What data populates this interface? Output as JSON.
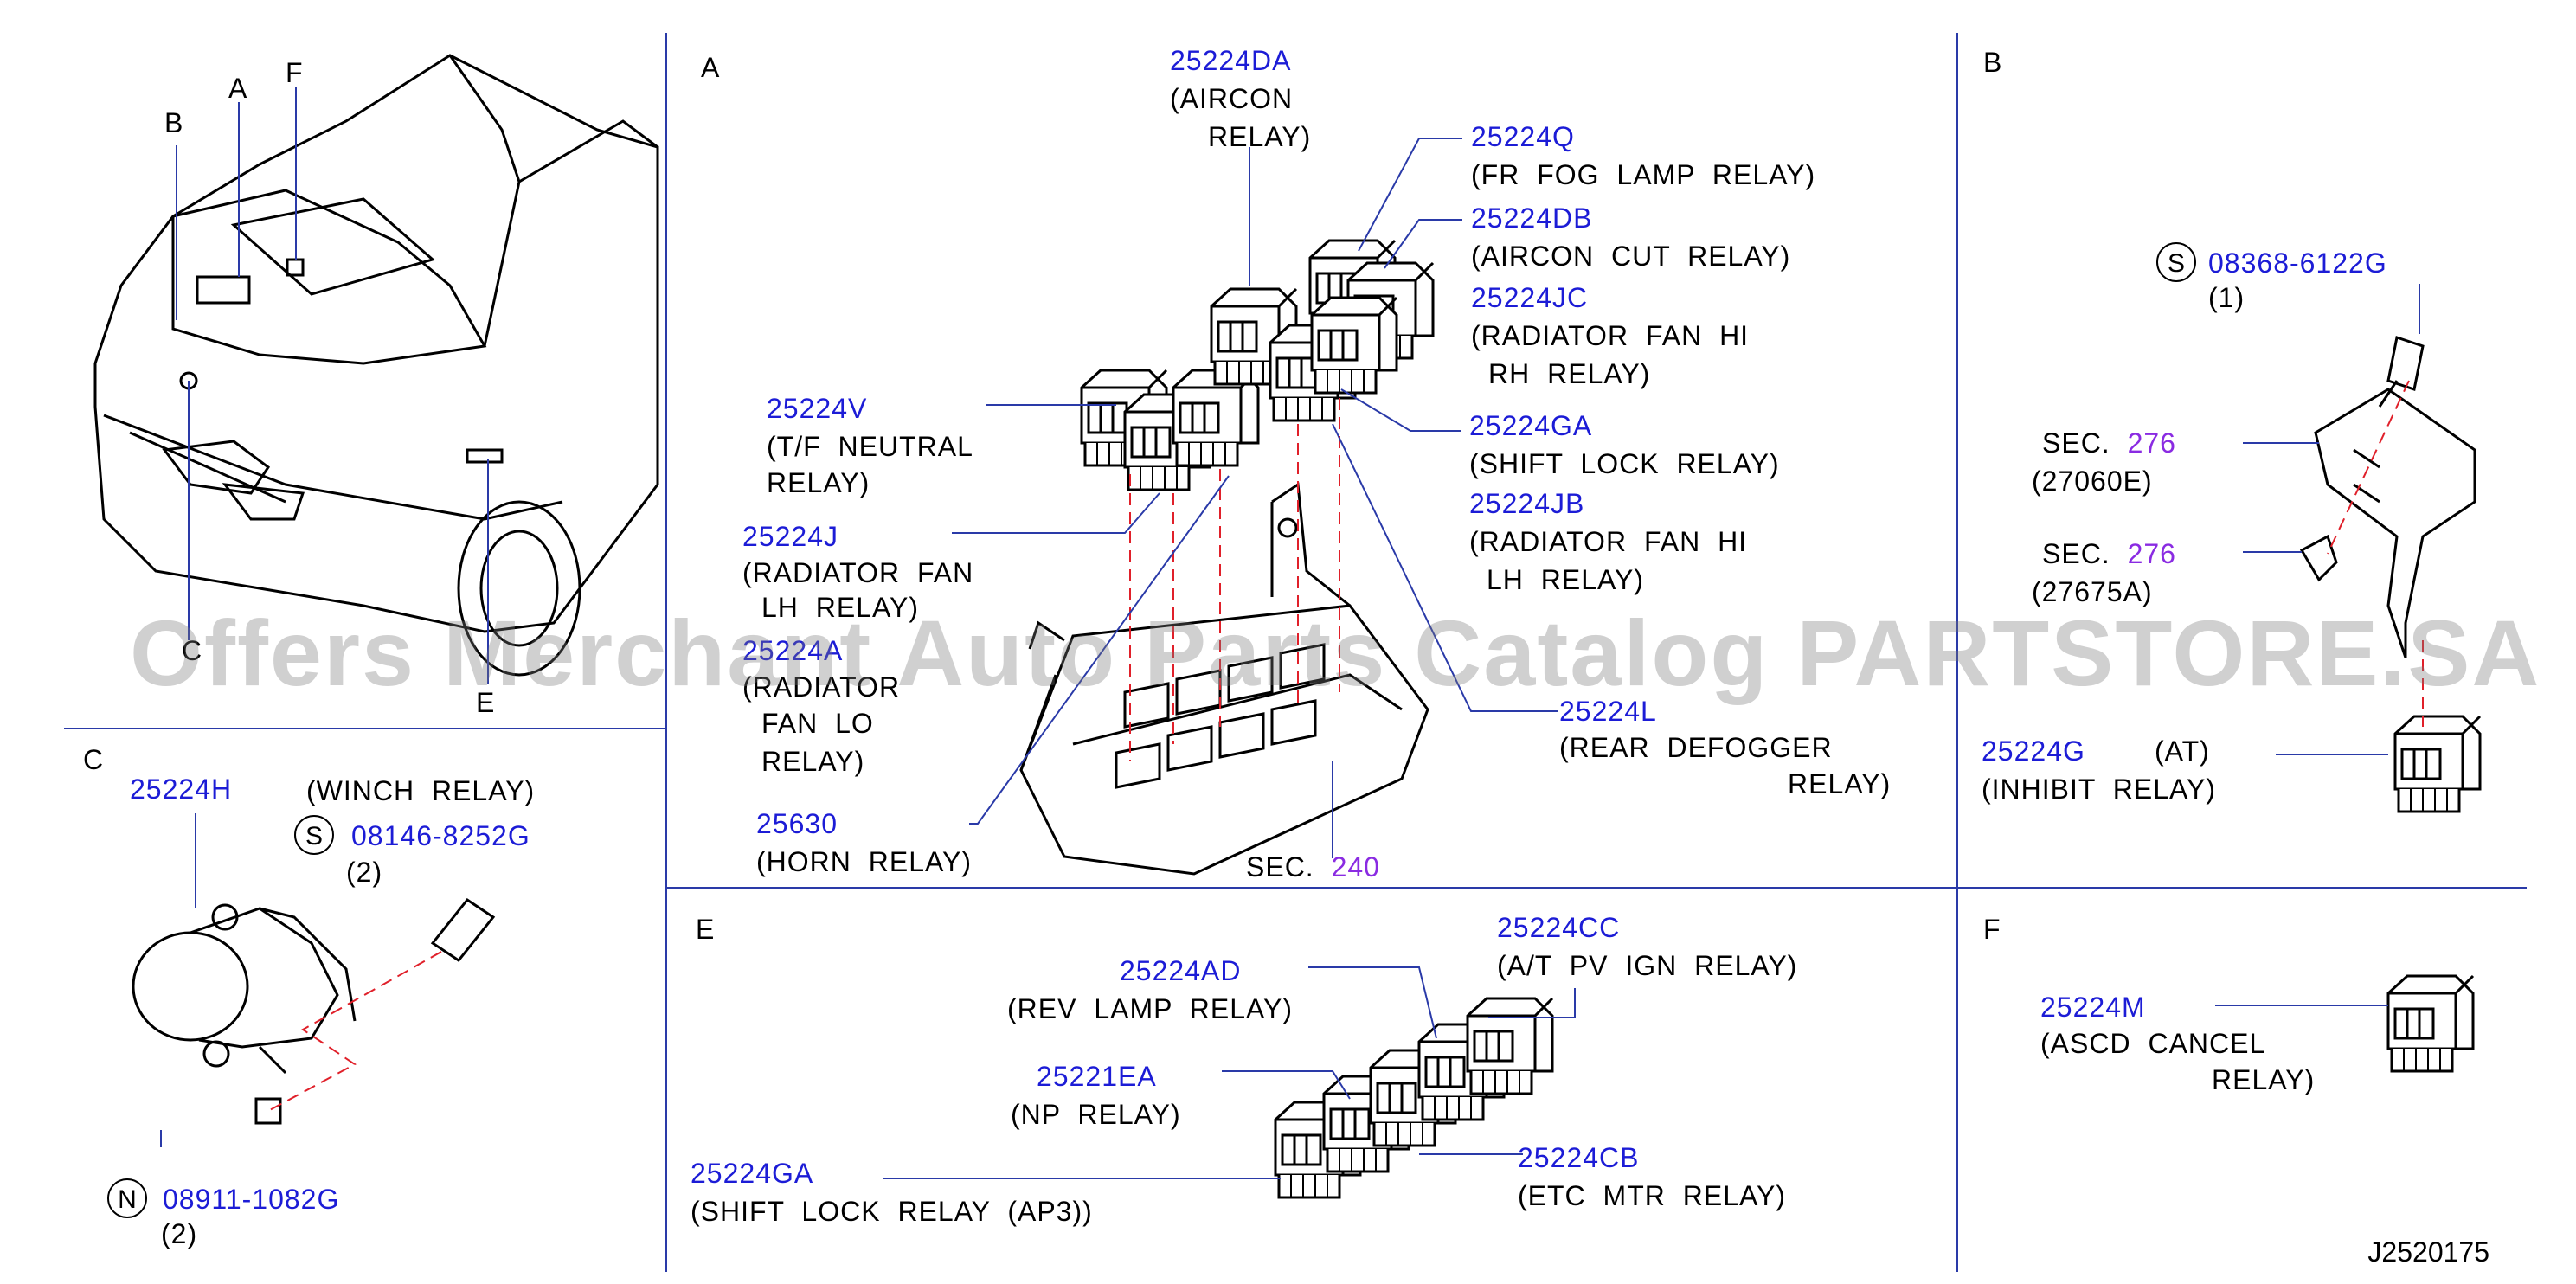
{
  "sections": {
    "A": "A",
    "B": "B",
    "C": "C",
    "E": "E",
    "F": "F"
  },
  "vehicle_callouts": {
    "A": "A",
    "B": "B",
    "C": "C",
    "E": "E",
    "F": "F"
  },
  "A": {
    "aircon_relay": {
      "pn": "25224DA",
      "name1": "(AIRCON",
      "name2": "RELAY)"
    },
    "fr_fog": {
      "pn": "25224Q",
      "name": "(FR  FOG  LAMP  RELAY)"
    },
    "aircon_cut": {
      "pn": "25224DB",
      "name": "(AIRCON  CUT  RELAY)"
    },
    "rad_fan_hi_rh": {
      "pn": "25224JC",
      "name1": "(RADIATOR  FAN  HI",
      "name2": "RH  RELAY)"
    },
    "shift_lock": {
      "pn": "25224GA",
      "name": "(SHIFT  LOCK  RELAY)"
    },
    "rad_fan_hi_lh": {
      "pn": "25224JB",
      "name1": "(RADIATOR  FAN  HI",
      "name2": "LH  RELAY)"
    },
    "tf_neutral": {
      "pn": "25224V",
      "name1": "(T/F  NEUTRAL",
      "name2": "RELAY)"
    },
    "rad_fan_lh": {
      "pn": "25224J",
      "name1": "(RADIATOR  FAN",
      "name2": "LH  RELAY)"
    },
    "rad_fan_lo": {
      "pn": "25224A",
      "name1": "(RADIATOR",
      "name2": "FAN  LO",
      "name3": "RELAY)"
    },
    "horn": {
      "pn": "25630",
      "name": "(HORN  RELAY)"
    },
    "rear_defogger": {
      "pn": "25224L",
      "name1": "(REAR  DEFOGGER",
      "name2": "RELAY)"
    },
    "sec": {
      "label": "SEC.",
      "num": "240"
    }
  },
  "B": {
    "bolt": {
      "sym": "S",
      "pn": "08368-6122G",
      "qty": "(1)"
    },
    "sec1": {
      "label": "SEC.",
      "num": "276",
      "ref": "(27060E)"
    },
    "sec2": {
      "label": "SEC.",
      "num": "276",
      "ref": "(27675A)"
    },
    "inhibit": {
      "pn": "25224G",
      "at": "(AT)",
      "name": "(INHIBIT  RELAY)"
    }
  },
  "C": {
    "winch": {
      "pn": "25224H",
      "name": "(WINCH  RELAY)"
    },
    "bolt": {
      "sym": "S",
      "pn": "08146-8252G",
      "qty": "(2)"
    },
    "nut": {
      "sym": "N",
      "pn": "08911-1082G",
      "qty": "(2)"
    }
  },
  "E": {
    "cc": {
      "pn": "25224CC",
      "name": "(A/T  PV  IGN  RELAY)"
    },
    "ad": {
      "pn": "25224AD",
      "name": "(REV  LAMP  RELAY)"
    },
    "ea": {
      "pn": "25221EA",
      "name": "(NP  RELAY)"
    },
    "cb": {
      "pn": "25224CB",
      "name": "(ETC  MTR  RELAY)"
    },
    "ga": {
      "pn": "25224GA",
      "name": "(SHIFT  LOCK  RELAY  (AP3))"
    }
  },
  "F": {
    "ascd": {
      "pn": "25224M",
      "name1": "(ASCD  CANCEL",
      "name2": "RELAY)"
    }
  },
  "watermark": "Offers Merchant Auto Parts Catalog PARTSTORE.SA",
  "diagram_code": "J2520175",
  "colors": {
    "part_number": "#1c1cd6",
    "section_ref": "#8a2be2",
    "leader": "#2a3aa8",
    "dashed": "#e0202a"
  }
}
